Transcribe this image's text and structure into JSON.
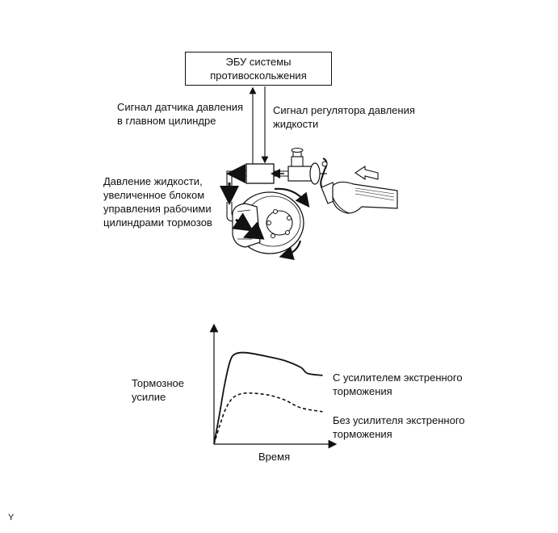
{
  "diagram": {
    "ecu": {
      "line1": "ЭБУ системы",
      "line2": "противоскольжения"
    },
    "labels": {
      "master_cyl_sensor": [
        "Сигнал датчика давления",
        "в главном цилиндре"
      ],
      "regulator_signal": [
        "Сигнал регулятора давления",
        "жидкости"
      ],
      "fluid_pressure": [
        "Давление жидкости,",
        "увеличенное блоком",
        "управления рабочими",
        "цилиндрами тормозов"
      ]
    }
  },
  "graph": {
    "ylabel": [
      "Тормозное",
      "усилие"
    ],
    "xlabel": "Время",
    "series_labels": {
      "with": [
        "С усилителем экстренного",
        "торможения"
      ],
      "without": [
        "Без усилителя экстренного",
        "торможения"
      ]
    }
  },
  "chart_data": {
    "type": "line",
    "title": "",
    "xlabel": "Время",
    "ylabel": "Тормозное усилие",
    "series": [
      {
        "name": "С усилителем экстренного торможения",
        "style": "solid",
        "x": [
          0,
          0.05,
          0.1,
          0.15,
          0.2,
          0.3,
          0.5,
          0.65,
          0.8,
          0.86,
          1.0
        ],
        "y": [
          0,
          0.3,
          0.62,
          0.85,
          0.92,
          0.93,
          0.89,
          0.85,
          0.78,
          0.72,
          0.7
        ]
      },
      {
        "name": "Без усилителя экстренного торможения",
        "style": "dashed",
        "x": [
          0,
          0.05,
          0.1,
          0.15,
          0.2,
          0.3,
          0.5,
          0.65,
          0.8,
          1.0
        ],
        "y": [
          0,
          0.18,
          0.34,
          0.44,
          0.49,
          0.52,
          0.5,
          0.45,
          0.37,
          0.33
        ]
      }
    ],
    "xlim": [
      0,
      1.1
    ],
    "ylim": [
      0,
      1.15
    ],
    "grid": false,
    "legend": "right-labels"
  },
  "footer": {
    "mark": "Y"
  }
}
